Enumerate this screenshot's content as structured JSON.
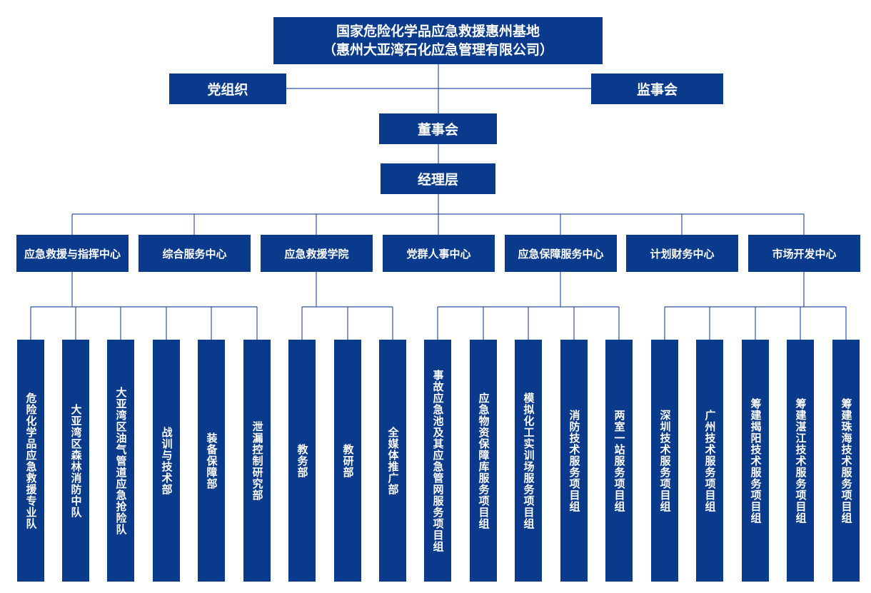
{
  "colors": {
    "box": "#0a3a8c",
    "line": "#2d54a3",
    "text": "#ffffff"
  },
  "root": {
    "name": "国家危险化学品应急救援惠州基地",
    "subname": "（惠州大亚湾石化应急管理有限公司）"
  },
  "party": "党组织",
  "supervisory": "监事会",
  "board": "董事会",
  "management": "经理层",
  "centers": [
    "应急救援与指挥中心",
    "综合服务中心",
    "应急救援学院",
    "党群人事中心",
    "应急保障服务中心",
    "计划财务中心",
    "市场开发中心"
  ],
  "departments": [
    "危险化学品应急救援专业队",
    "大亚湾区森林消防中队",
    "大亚湾区油气管道应急抢险队",
    "战训与技术部",
    "装备保障部",
    "泄漏控制研究部",
    "教务部",
    "教研部",
    "全媒体推广部",
    "事故应急池及其应急管网服务项目组",
    "应急物资保障库服务项目组",
    "模拟化工实训场服务项目组",
    "消防技术服务项目组",
    "两室一站服务项目组",
    "深圳技术服务项目组",
    "广州技术服务项目组",
    "筹建揭阳技术服务项目组",
    "筹建湛江技术服务项目组",
    "筹建珠海技术服务项目组"
  ]
}
